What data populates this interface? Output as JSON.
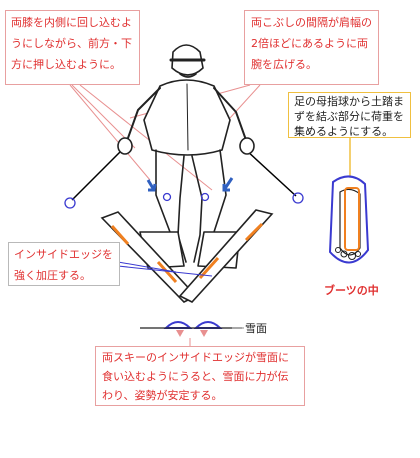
{
  "callouts": {
    "knees": "両膝を内側に回し込むようにしながら、前方・下方に押し込むように。",
    "elbows": "両こぶしの間隔が肩幅の2倍ほどにあるように両腕を広げる。",
    "foot": "足の母指球から土踏まずを結ぶ部分に荷重を集めるようにする。",
    "edge": "インサイドエッジを強く加圧する。",
    "summary": "両スキーのインサイドエッジが雪面に食い込むようにうると、雪面に力が伝わり、姿勢が安定する。"
  },
  "labels": {
    "boot_inside": "ブーツの中",
    "snow_surface": "雪面"
  },
  "colors": {
    "callout_text": "#e03030",
    "callout_border": "#e8a0a0",
    "highlight_border": "#f0c040",
    "accent_blue": "#3a3ad0",
    "edge_orange": "#f08020"
  }
}
